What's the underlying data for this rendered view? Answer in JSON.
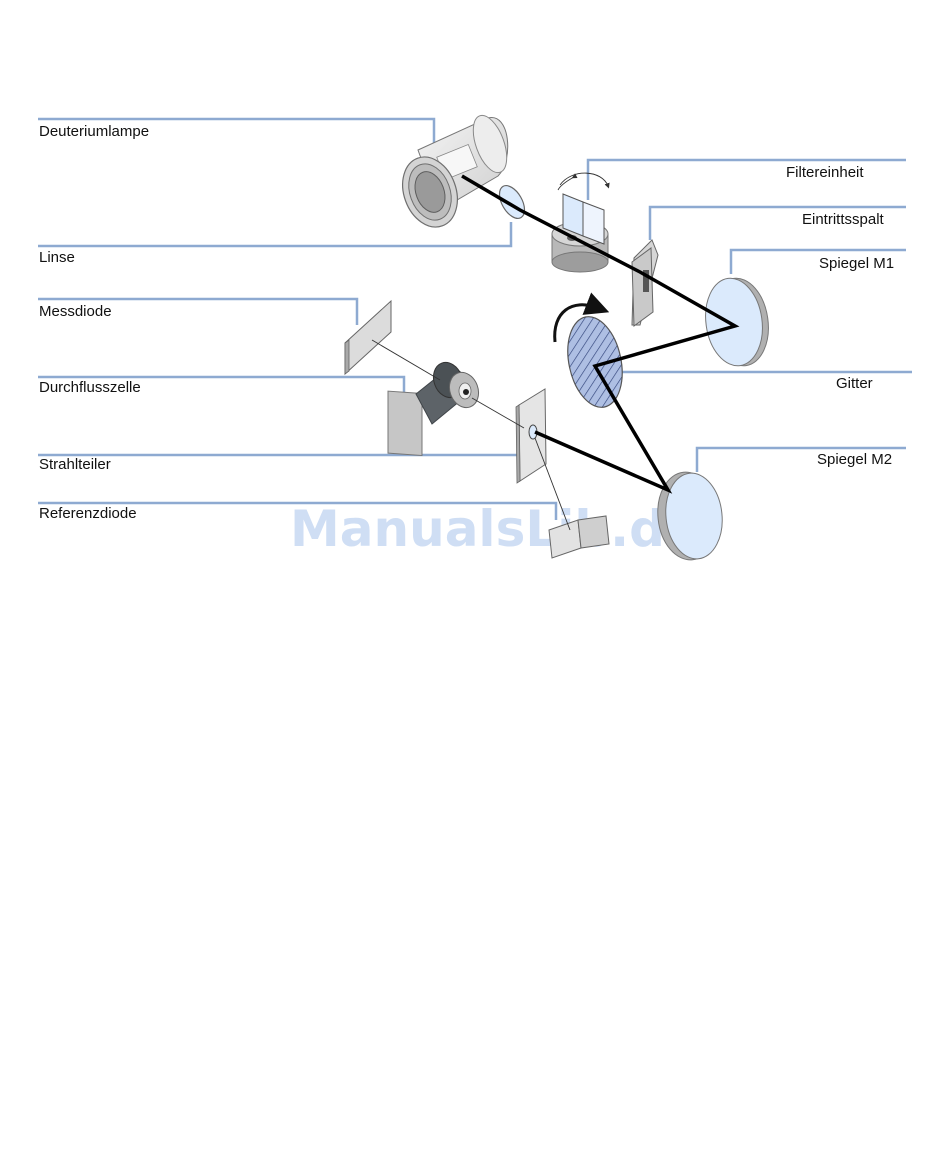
{
  "labels": {
    "deuterium_lamp": "Deuteriumlampe",
    "lens": "Linse",
    "filter_unit": "Filtereinheit",
    "entrance_slit": "Eintrittsspalt",
    "mirror_m1": "Spiegel M1",
    "measuring_diode": "Messdiode",
    "flow_cell": "Durchflusszelle",
    "grating": "Gitter",
    "beam_splitter": "Strahlteiler",
    "mirror_m2": "Spiegel M2",
    "reference_diode": "Referenzdiode"
  },
  "watermark": "ManualsLib.de",
  "colors": {
    "leader": "#8eaad1",
    "mirror_fill": "#dbeafc",
    "grating_fill": "#8ea8d6",
    "component_gray": "#b8b8b8",
    "dark_gray": "#555a5e"
  }
}
